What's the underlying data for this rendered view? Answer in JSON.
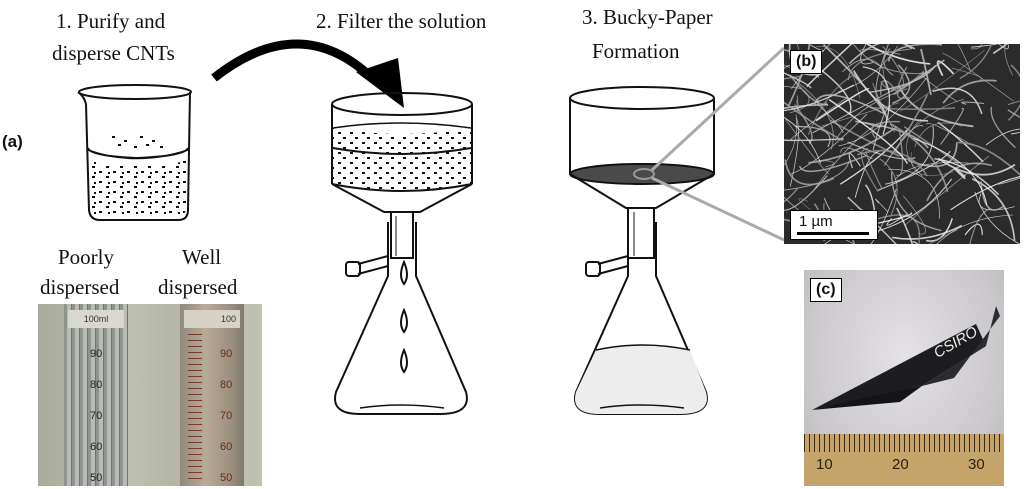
{
  "panel_a_label": "(a)",
  "steps": {
    "step1_line1": "1.  Purify   and",
    "step1_line2": "disperse CNTs",
    "step2": "2. Filter the solution",
    "step3_line1": "3.  Bucky-Paper",
    "step3_line2": "Formation"
  },
  "comparison": {
    "left_line1": "Poorly",
    "left_line2": "dispersed",
    "right_line1": "Well",
    "right_line2": "dispersed"
  },
  "cylinder_left": {
    "volume": "100ml",
    "marks": [
      "90",
      "80",
      "70",
      "60",
      "50"
    ]
  },
  "cylinder_right": {
    "volume": "100",
    "marks": [
      "90",
      "80",
      "70",
      "60",
      "50"
    ]
  },
  "sem": {
    "label": "(b)",
    "scale_bar": "1 µm"
  },
  "photo_c": {
    "label": "(c)",
    "sample_text": "CSIRO",
    "ruler_numbers": [
      "10",
      "20",
      "30"
    ]
  }
}
